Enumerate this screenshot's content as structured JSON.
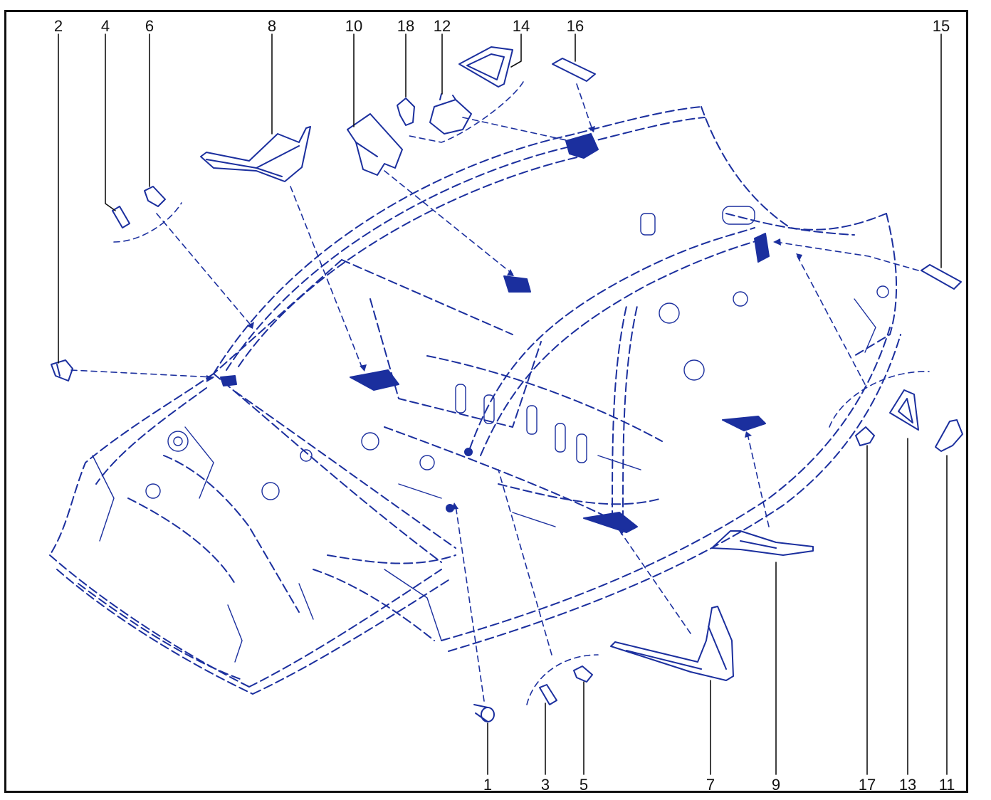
{
  "diagram": {
    "accent_color": "#1b2f9e",
    "callouts_top": [
      "2",
      "4",
      "6",
      "8",
      "10",
      "18",
      "12",
      "14",
      "16",
      "15"
    ],
    "callouts_bottom": [
      "1",
      "3",
      "5",
      "7",
      "9",
      "17",
      "13",
      "11"
    ],
    "parts": [
      {
        "id": "1",
        "icon": "sound-insulator-plug-icon"
      },
      {
        "id": "2",
        "icon": "front-pillar-baffle-icon"
      },
      {
        "id": "3",
        "icon": "small-insulator-block-icon"
      },
      {
        "id": "4",
        "icon": "small-insulator-block-icon"
      },
      {
        "id": "5",
        "icon": "small-baffle-icon"
      },
      {
        "id": "6",
        "icon": "small-baffle-icon"
      },
      {
        "id": "7",
        "icon": "rocker-baffle-icon"
      },
      {
        "id": "8",
        "icon": "rocker-baffle-icon"
      },
      {
        "id": "9",
        "icon": "center-pillar-baffle-icon"
      },
      {
        "id": "10",
        "icon": "center-pillar-baffle-icon"
      },
      {
        "id": "11",
        "icon": "quarter-panel-baffle-icon"
      },
      {
        "id": "12",
        "icon": "quarter-panel-baffle-icon"
      },
      {
        "id": "13",
        "icon": "rear-pillar-baffle-icon"
      },
      {
        "id": "14",
        "icon": "rear-pillar-baffle-icon"
      },
      {
        "id": "15",
        "icon": "roof-rail-insulator-icon"
      },
      {
        "id": "16",
        "icon": "roof-rail-insulator-icon"
      },
      {
        "id": "17",
        "icon": "bracket-baffle-icon"
      },
      {
        "id": "18",
        "icon": "bracket-baffle-icon"
      }
    ]
  }
}
